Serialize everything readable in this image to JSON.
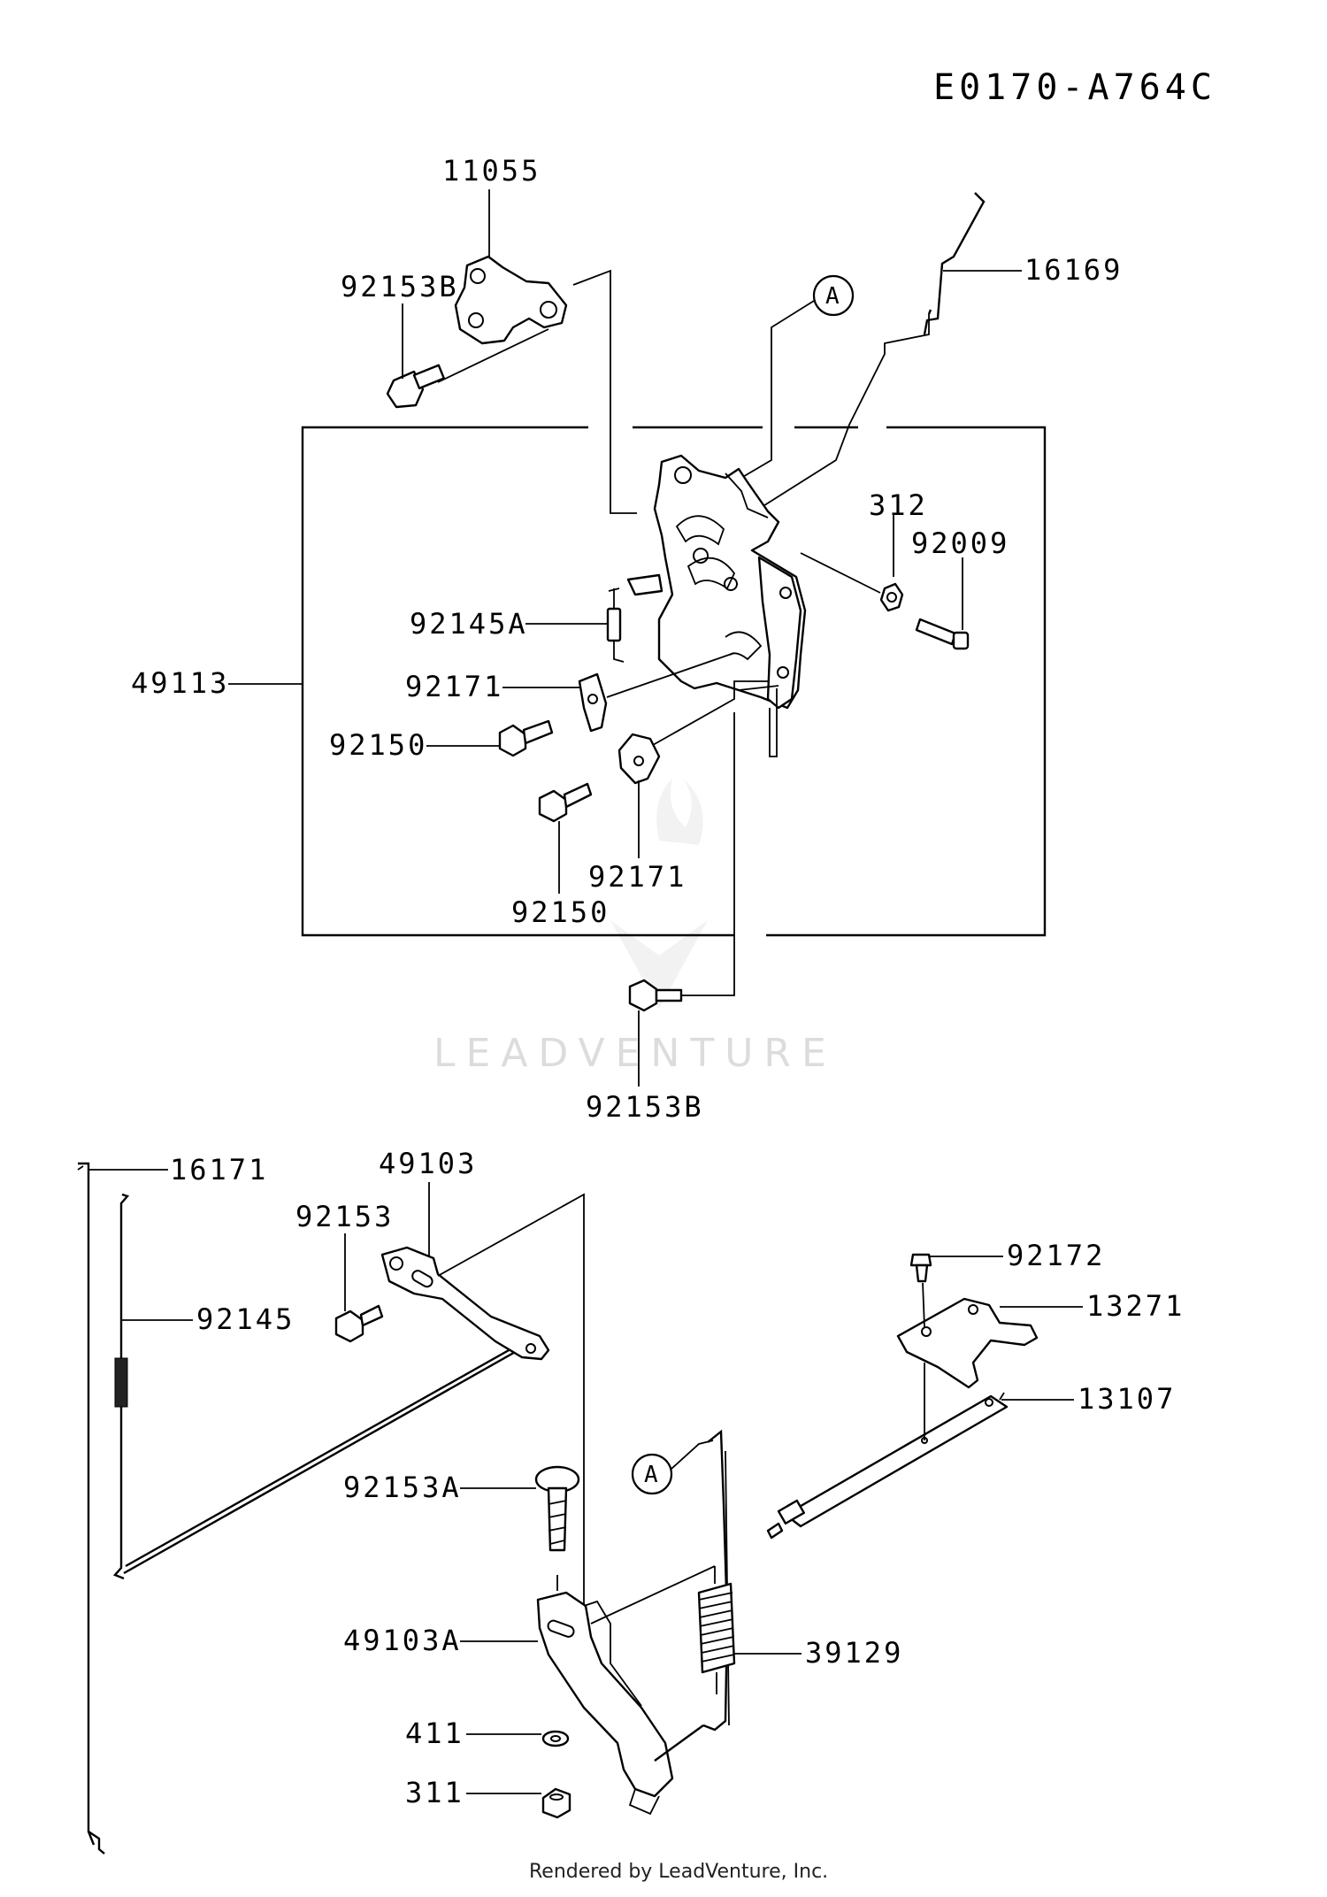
{
  "diagram_code": "E0170-A764C",
  "parts": {
    "p11055": "11055",
    "p92153B_top": "92153B",
    "p16169": "16169",
    "p312": "312",
    "p92009": "92009",
    "p92145A": "92145A",
    "p49113": "49113",
    "p92171_a": "92171",
    "p92150_a": "92150",
    "p92171_b": "92171",
    "p92150_b": "92150",
    "p92153B_bottom": "92153B",
    "p16171": "16171",
    "p49103": "49103",
    "p92153": "92153",
    "p92145": "92145",
    "p92172": "92172",
    "p13271": "13271",
    "p13107": "13107",
    "p92153A": "92153A",
    "p49103A": "49103A",
    "p39129": "39129",
    "p411": "411",
    "p311": "311"
  },
  "callouts": {
    "ref_a_top": "A",
    "ref_a_bottom": "A"
  },
  "watermark": "LEADVENTURE",
  "footer": "Rendered by LeadVenture, Inc."
}
